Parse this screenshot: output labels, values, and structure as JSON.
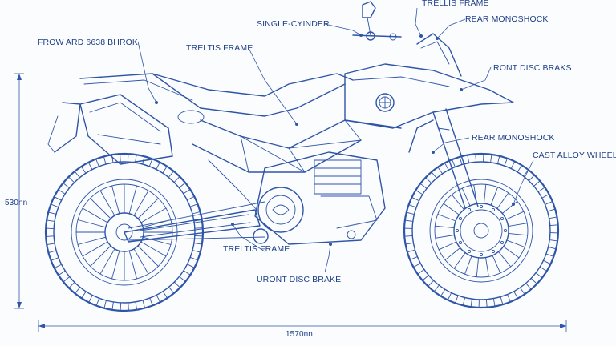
{
  "labels": {
    "front_brake": "FROW ARD 6638 BHROK",
    "frame_upper": "TRELTIS FRAME",
    "single_cylinder": "SINGLE-CYINDER",
    "trellis_top": "TRELLIS FRAME",
    "rear_monoshock_top": "REAR MONOSHOCK",
    "front_disc_brakes": "IRONT DISC BRAKS",
    "rear_monoshock_mid": "REAR MONOSHOCK",
    "cast_alloy_wheels": "CAST ALLOY WHEELS",
    "frame_lower": "TRELTIS FRAME",
    "front_disc_brake_bottom": "URONT DISC BRAKE"
  },
  "dimensions": {
    "height": "530nn",
    "length": "1570nn"
  },
  "colors": {
    "ink": "#2f55a8",
    "text": "#1f3f86",
    "background": "#fbfcfe"
  }
}
